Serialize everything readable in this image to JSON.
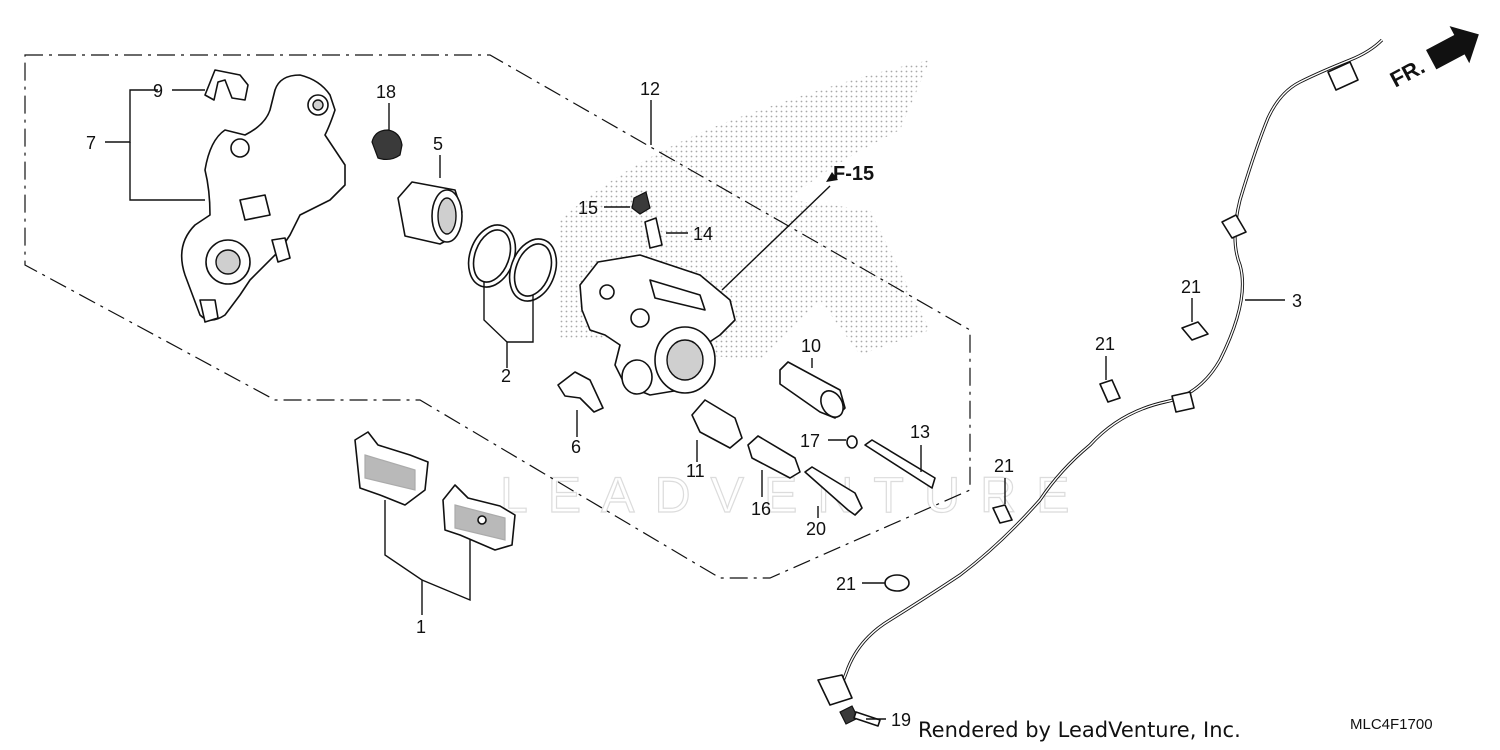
{
  "callouts": [
    {
      "id": "9",
      "text": "9"
    },
    {
      "id": "7",
      "text": "7"
    },
    {
      "id": "18",
      "text": "18"
    },
    {
      "id": "5",
      "text": "5"
    },
    {
      "id": "12",
      "text": "12"
    },
    {
      "id": "15",
      "text": "15"
    },
    {
      "id": "14",
      "text": "14"
    },
    {
      "id": "2",
      "text": "2"
    },
    {
      "id": "6",
      "text": "6"
    },
    {
      "id": "10",
      "text": "10"
    },
    {
      "id": "17",
      "text": "17"
    },
    {
      "id": "13",
      "text": "13"
    },
    {
      "id": "11",
      "text": "11"
    },
    {
      "id": "16",
      "text": "16"
    },
    {
      "id": "20",
      "text": "20"
    },
    {
      "id": "1",
      "text": "1"
    },
    {
      "id": "21a",
      "text": "21"
    },
    {
      "id": "21b",
      "text": "21"
    },
    {
      "id": "21c",
      "text": "21"
    },
    {
      "id": "21d",
      "text": "21"
    },
    {
      "id": "3",
      "text": "3"
    },
    {
      "id": "19",
      "text": "19"
    }
  ],
  "reference_label": "F-15",
  "front_arrow_label": "FR.",
  "watermark_text": "LEADVENTURE",
  "credit": "Rendered by LeadVenture, Inc.",
  "figure_code": "MLC4F1700",
  "colors": {
    "line": "#111111",
    "dots": "#9a9a9a",
    "watermark": "#dcdcdc"
  }
}
